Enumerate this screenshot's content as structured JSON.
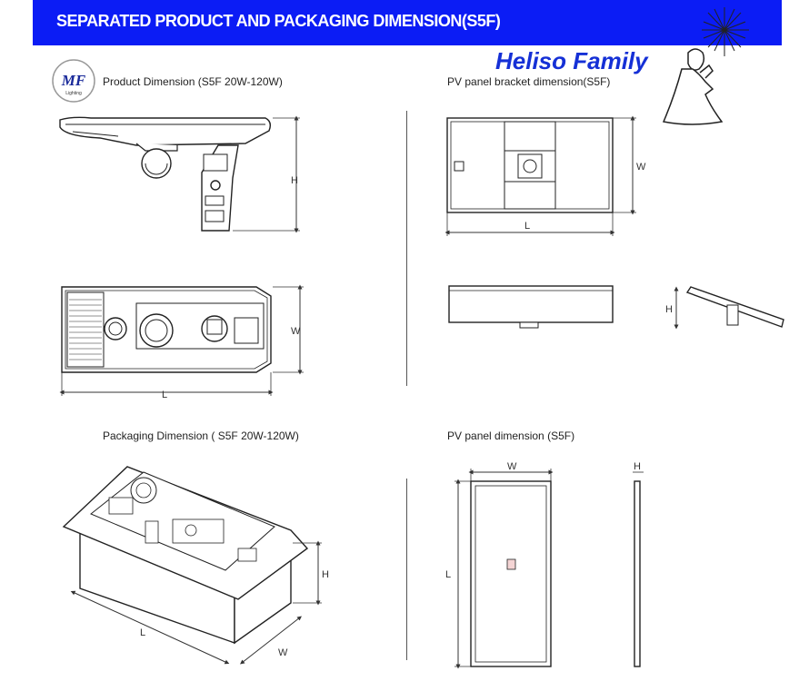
{
  "header": {
    "title": "SEPARATED PRODUCT AND PACKAGING DIMENSION(S5F)",
    "brand": "Heliso Family",
    "logo_text": "MF",
    "logo_subtext": "Lighting",
    "colors": {
      "banner": "#0b1cf5",
      "brand": "#1530d6"
    }
  },
  "sections": {
    "product": {
      "title": "Product Dimension (S5F 20W-120W)"
    },
    "bracket": {
      "title": "PV panel bracket dimension(S5F)"
    },
    "packaging": {
      "title": "Packaging Dimension ( S5F 20W-120W)"
    },
    "panel": {
      "title": "PV panel dimension (S5F)"
    }
  },
  "dims": {
    "h": "H",
    "w": "W",
    "l": "L"
  },
  "icons": {
    "mascot": "praying-figure-icon",
    "sun": "sun-burst-icon"
  }
}
